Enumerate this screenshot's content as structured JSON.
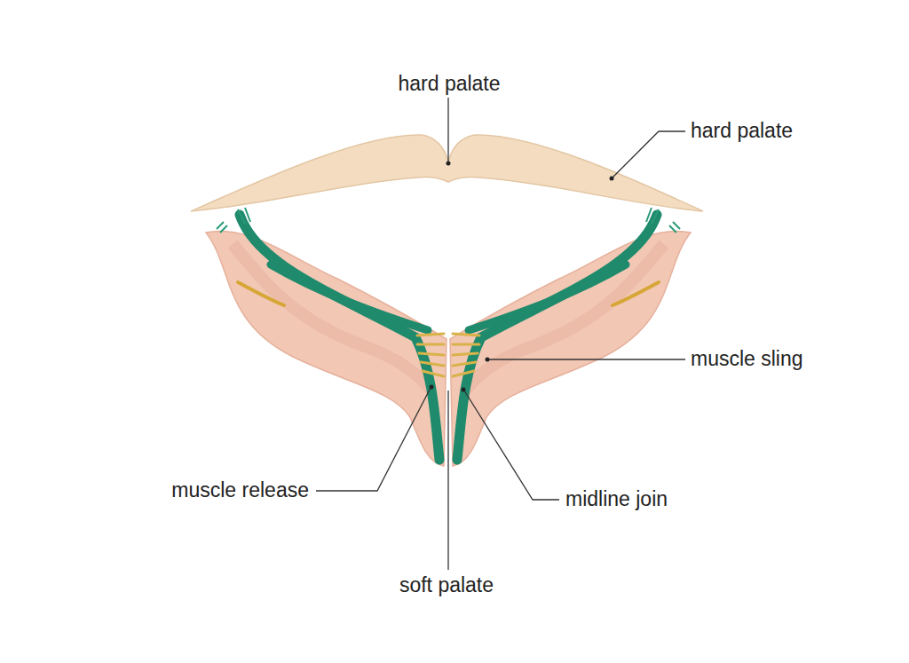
{
  "diagram": {
    "labels": [
      "hard palate",
      "hard palate",
      "muscle sling",
      "muscle release",
      "midline join",
      "soft palate"
    ]
  }
}
